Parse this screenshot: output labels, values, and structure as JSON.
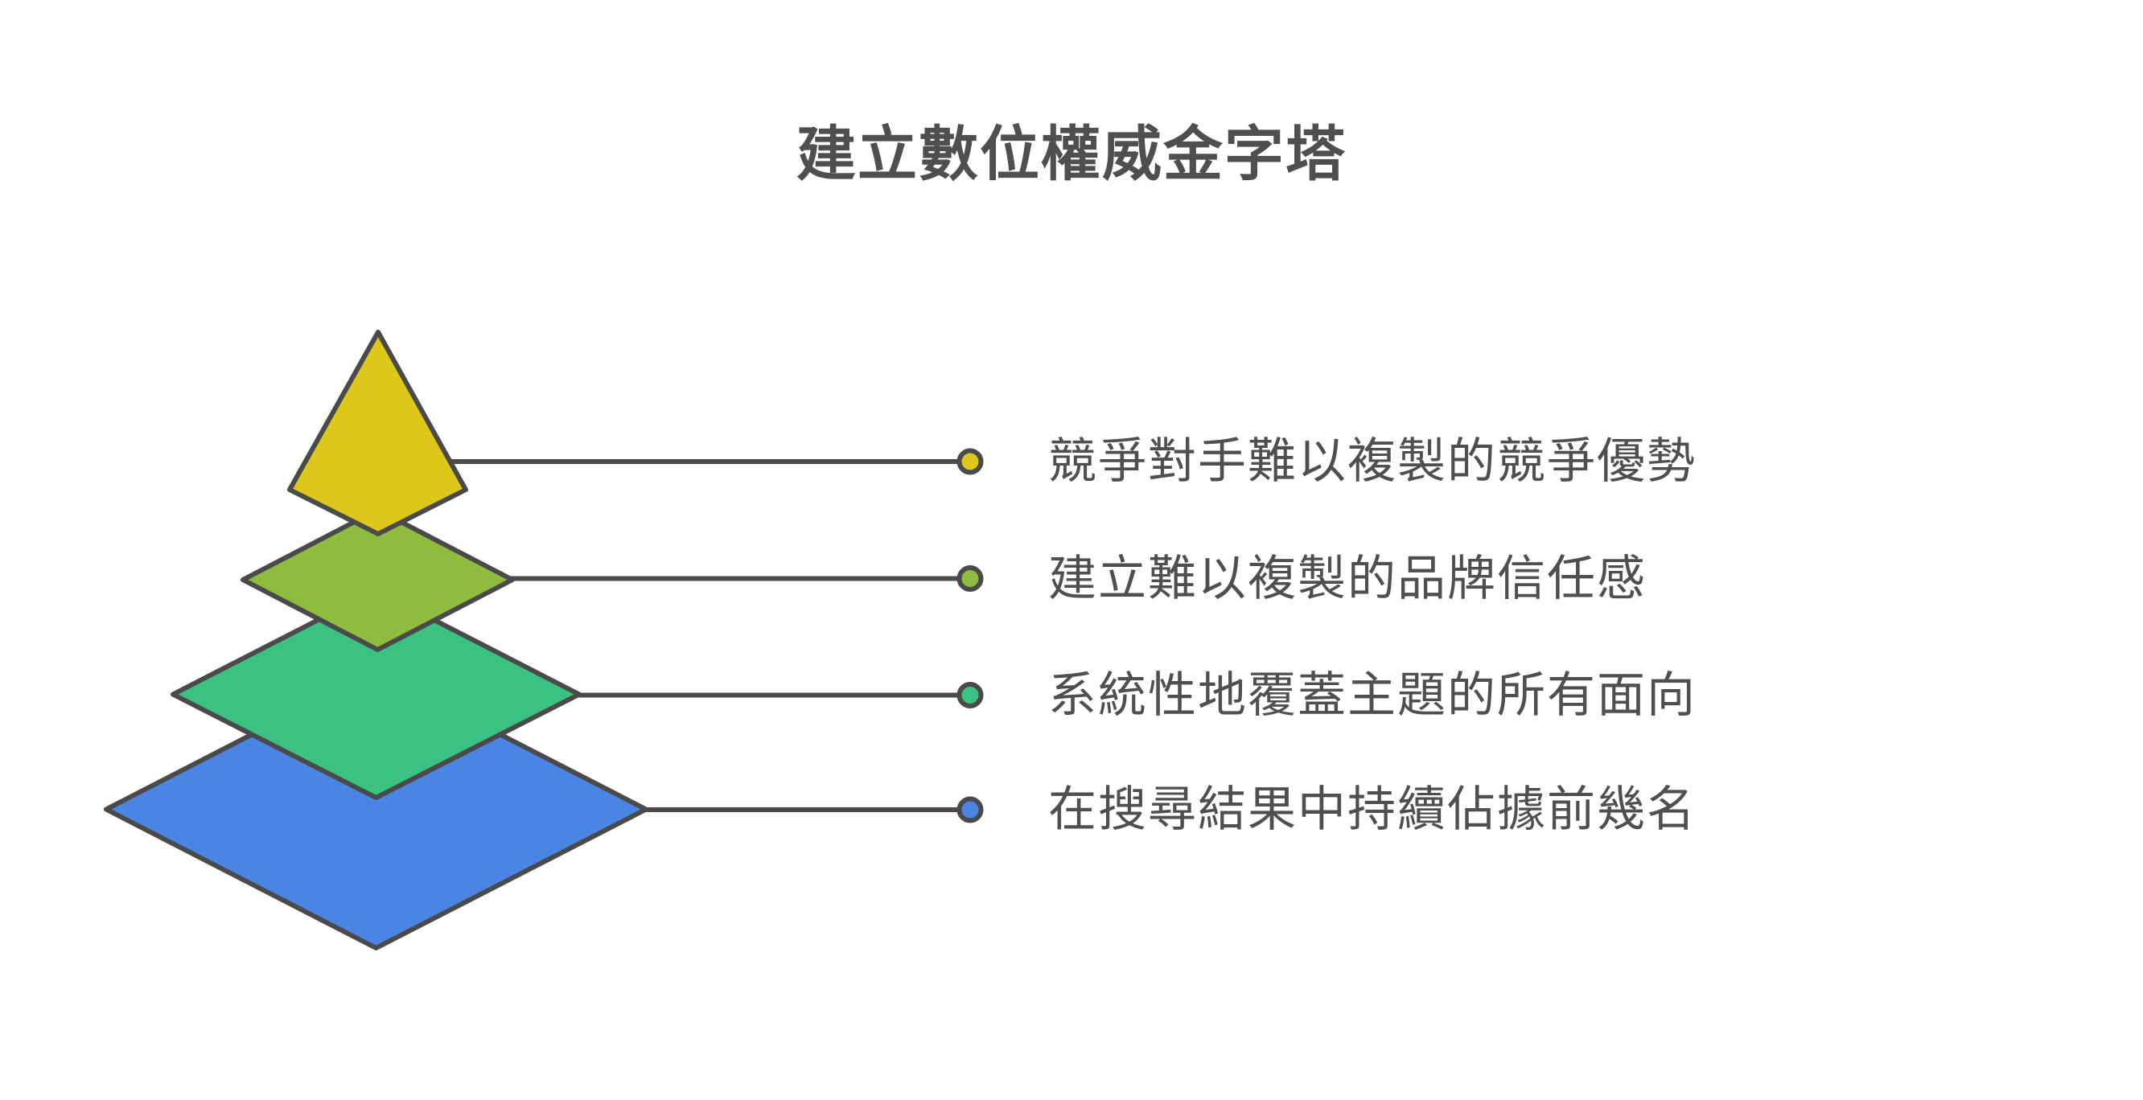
{
  "title": "建立數位權威金字塔",
  "colors": {
    "outline": "#4a4a4a",
    "text": "#4f4f51",
    "background": "#ffffff"
  },
  "levels": [
    {
      "rank": 1,
      "label": "競爭對手難以複製的競爭優勢",
      "color": "#ddc71a"
    },
    {
      "rank": 2,
      "label": "建立難以複製的品牌信任感",
      "color": "#8fbc3e"
    },
    {
      "rank": 3,
      "label": "系統性地覆蓋主題的所有面向",
      "color": "#3bc283"
    },
    {
      "rank": 4,
      "label": "在搜尋結果中持續佔據前幾名",
      "color": "#4b85e3"
    }
  ]
}
